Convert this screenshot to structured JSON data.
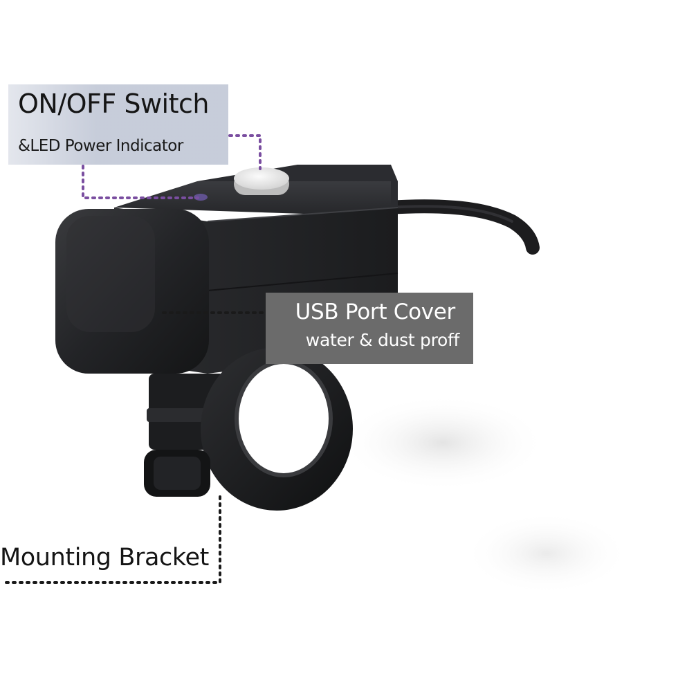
{
  "callouts": {
    "switch": {
      "title": "ON/OFF Switch",
      "subtitle": "&LED Power Indicator"
    },
    "cover": {
      "title": "USB Port Cover",
      "subtitle": "water & dust proff"
    },
    "bracket": {
      "title": "Mounting Bracket"
    }
  },
  "colors": {
    "background": "#ffffff",
    "device_body": "#232427",
    "switch_button": "#e6e6e6",
    "indicator_dotted_line": "#7a4ea0",
    "cover_label_bg": "#6b6b6b",
    "switch_label_bg": "#c4cad8"
  }
}
